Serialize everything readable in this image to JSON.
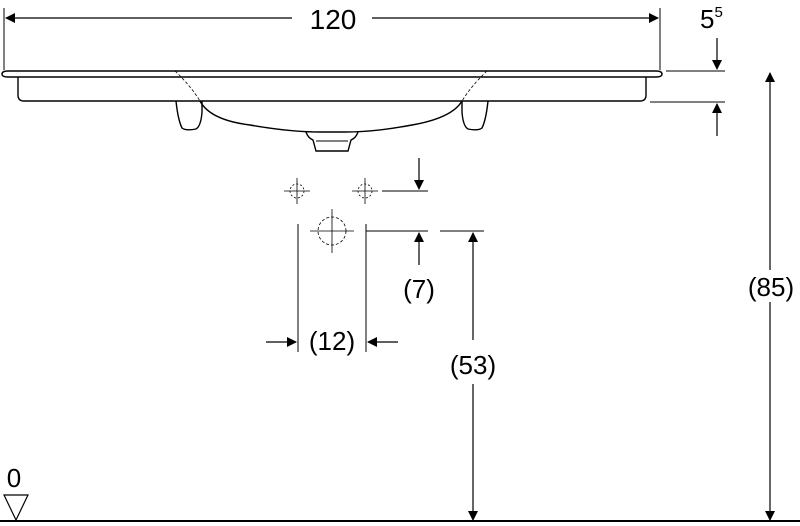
{
  "diagram": {
    "width_label": "120",
    "rim_thickness_label_base": "5",
    "rim_thickness_label_sup": "5",
    "total_height_label": "(85)",
    "tap_offset_label": "(7)",
    "tap_spacing_label": "(12)",
    "supply_height_label": "(53)",
    "floor_label": "0"
  },
  "colors": {
    "line": "#000000",
    "background": "#ffffff"
  }
}
